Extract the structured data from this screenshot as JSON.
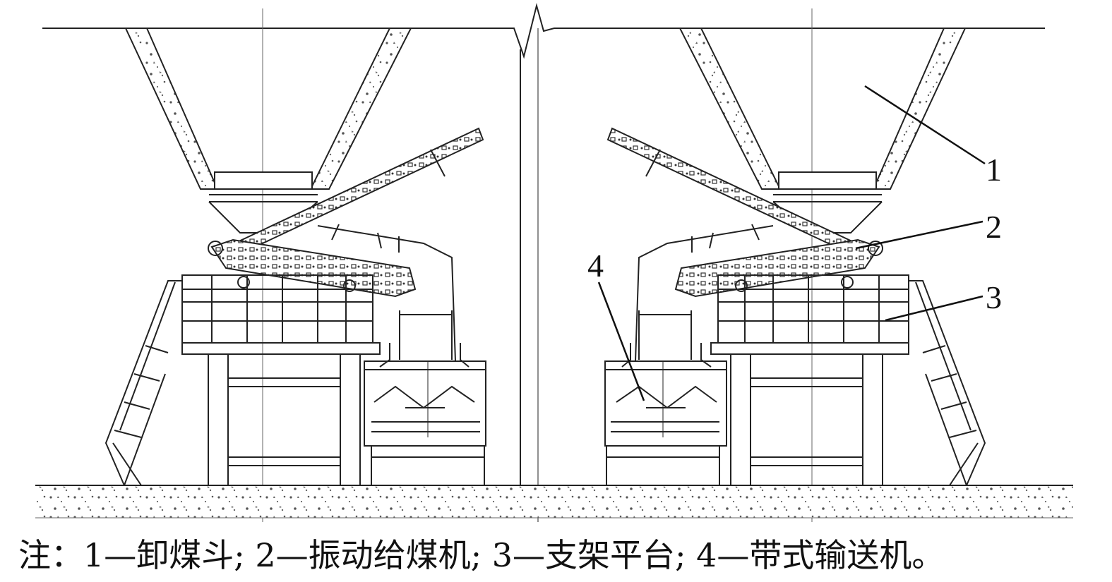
{
  "callouts": [
    "1",
    "2",
    "3",
    "4"
  ],
  "caption": "注：1—卸煤斗; 2—振动给煤机; 3—支架平台; 4—带式输送机。"
}
